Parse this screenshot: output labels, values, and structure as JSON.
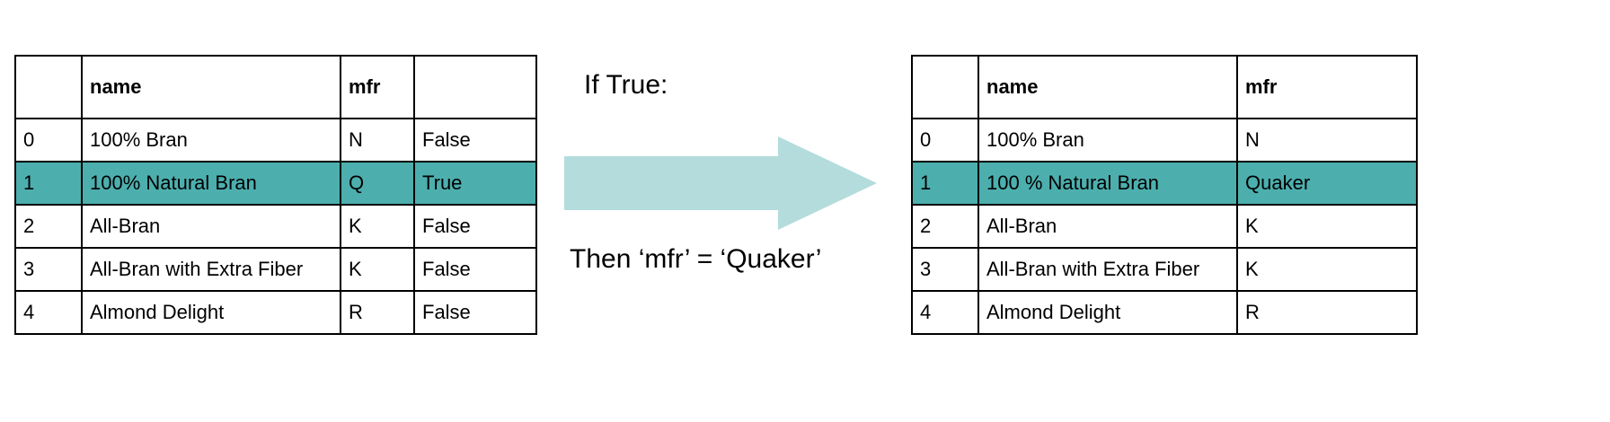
{
  "theme": {
    "highlight_color": "#4cafae",
    "arrow_color": "#b4dcdc",
    "border_color": "#000000",
    "background_color": "#ffffff"
  },
  "left_table": {
    "headers": [
      "",
      "name",
      "mfr",
      ""
    ],
    "rows": [
      {
        "index": "0",
        "name": "100% Bran",
        "mfr": "N",
        "match": "False",
        "highlight": false
      },
      {
        "index": "1",
        "name": "100% Natural Bran",
        "mfr": "Q",
        "match": "True",
        "highlight": true
      },
      {
        "index": "2",
        "name": "All-Bran",
        "mfr": "K",
        "match": "False",
        "highlight": false
      },
      {
        "index": "3",
        "name": "All-Bran with Extra Fiber",
        "mfr": "K",
        "match": "False",
        "highlight": false
      },
      {
        "index": "4",
        "name": "Almond Delight",
        "mfr": "R",
        "match": "False",
        "highlight": false
      }
    ]
  },
  "right_table": {
    "headers": [
      "",
      "name",
      "mfr"
    ],
    "rows": [
      {
        "index": "0",
        "name": "100% Bran",
        "mfr": "N",
        "highlight": false
      },
      {
        "index": "1",
        "name": "100 % Natural Bran",
        "mfr": "Quaker",
        "highlight": true
      },
      {
        "index": "2",
        "name": "All-Bran",
        "mfr": "K",
        "highlight": false
      },
      {
        "index": "3",
        "name": "All-Bran with Extra Fiber",
        "mfr": "K",
        "highlight": false
      },
      {
        "index": "4",
        "name": "Almond Delight",
        "mfr": "R",
        "highlight": false
      }
    ]
  },
  "annotations": {
    "if_true": "If True:",
    "then_assign": "Then ‘mfr’ = ‘Quaker’",
    "arrow_icon": "right-arrow-icon"
  }
}
